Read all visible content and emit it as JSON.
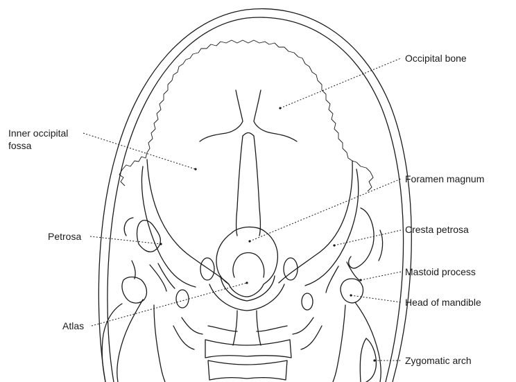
{
  "diagram": {
    "labels": {
      "occipital_bone": "Occipital bone",
      "inner_occipital_fossa_line1": "Inner occipital",
      "inner_occipital_fossa_line2": "fossa",
      "foramen_magnum": "Foramen magnum",
      "petrosa": "Petrosa",
      "cresta_petrosa": "Cresta petrosa",
      "mastoid_process": "Mastoid process",
      "head_of_mandible": "Head of mandible",
      "atlas": "Atlas",
      "zygomatic_arch": "Zygomatic arch"
    }
  }
}
